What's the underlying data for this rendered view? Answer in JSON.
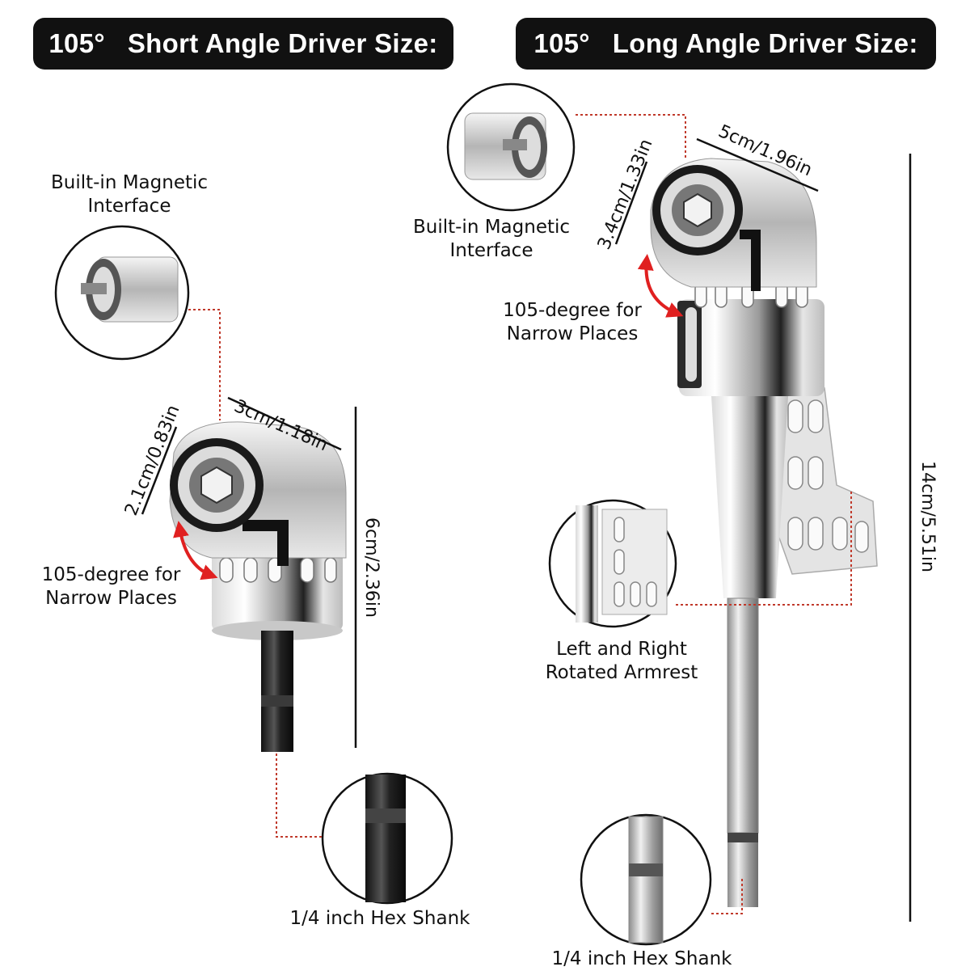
{
  "header": {
    "short": {
      "degree": "105°",
      "title": "Short Angle Driver Size:"
    },
    "long": {
      "degree": "105°",
      "title": "Long Angle Driver Size:"
    }
  },
  "short_driver": {
    "magnetic_label": [
      "Built-in Magnetic",
      "Interface"
    ],
    "angle_label": [
      "105-degree for",
      "Narrow Places"
    ],
    "shank_label": "1/4 inch Hex Shank",
    "dim_width": "3cm/1.18in",
    "dim_depth": "2.1cm/0.83in",
    "dim_height": "6cm/2.36in"
  },
  "long_driver": {
    "magnetic_label": [
      "Built-in Magnetic",
      "Interface"
    ],
    "angle_label": [
      "105-degree for",
      "Narrow Places"
    ],
    "armrest_label": [
      "Left and Right",
      "Rotated Armrest"
    ],
    "shank_label": "1/4 inch Hex Shank",
    "dim_width": "5cm/1.96in",
    "dim_depth": "3.4cm/1.33in",
    "dim_height": "14cm/5.51in"
  },
  "colors": {
    "pill": "#111111",
    "leader": "#c0392b",
    "arrow": "#e02020",
    "chrome_light": "#f2f2f2",
    "chrome_dark": "#8a8a8a",
    "shank_black": "#222222"
  },
  "icons": [
    "magnetic-interface-zoom",
    "hex-shank-zoom",
    "armrest-zoom",
    "curved-arrow-icon"
  ]
}
